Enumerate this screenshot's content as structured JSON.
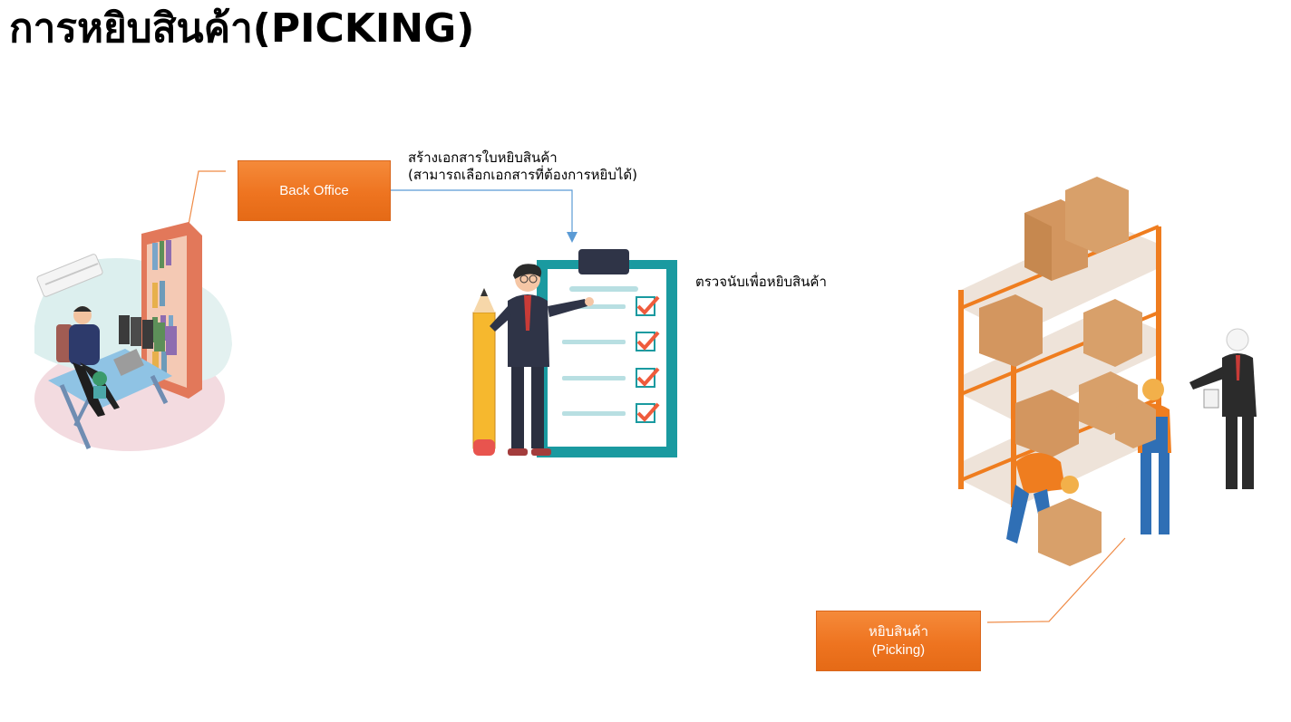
{
  "title": "การหยิบสินค้า(PICKING)",
  "nodes": {
    "back_office": {
      "label": "Back Office"
    },
    "picking": {
      "label_line1": "หยิบสินค้า",
      "label_line2": "(Picking)"
    }
  },
  "captions": {
    "create_doc_line1": "สร้างเอกสารใบหยิบสินค้า",
    "create_doc_line2": "(สามารถเลือกเอกสารที่ต้องการหยิบได้)",
    "check_count": "ตรวจนับเพื่อหยิบสินค้า"
  },
  "illustrations": {
    "office_worker": "office-desk-illustration",
    "checklist": "checklist-clipboard-illustration",
    "warehouse": "warehouse-picking-illustration"
  },
  "colors": {
    "orange": "#ee7420",
    "connector_orange": "#ef8a45",
    "connector_blue": "#5b9bd5",
    "teal": "#1a9aa0"
  }
}
